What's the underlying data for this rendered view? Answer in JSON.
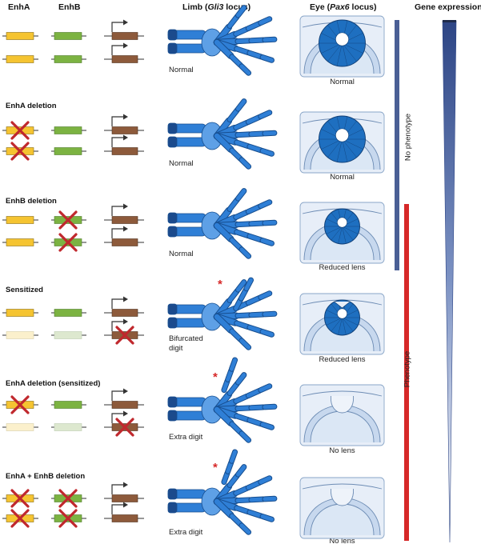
{
  "headers": {
    "enha": "EnhA",
    "enhb": "EnhB",
    "limb_prefix": "Limb (",
    "limb_gene": "Gli3",
    "limb_suffix": " locus)",
    "eye_prefix": "Eye (",
    "eye_gene": "Pax6",
    "eye_suffix": " locus)",
    "gene_expression": "Gene expression"
  },
  "rows": [
    {
      "label": "",
      "limb_caption": "Normal",
      "limb_caption2": "",
      "eye_caption": "Normal",
      "star": false
    },
    {
      "label": "EnhA deletion",
      "limb_caption": "Normal",
      "limb_caption2": "",
      "eye_caption": "Normal",
      "star": false
    },
    {
      "label": "EnhB deletion",
      "limb_caption": "Normal",
      "limb_caption2": "",
      "eye_caption": "Reduced lens",
      "star": false
    },
    {
      "label": "Sensitized",
      "limb_caption": "Bifurcated",
      "limb_caption2": "digit",
      "eye_caption": "Reduced lens",
      "star": true
    },
    {
      "label": "EnhA deletion (sensitized)",
      "limb_caption": "Extra digit",
      "limb_caption2": "",
      "eye_caption": "No lens",
      "star": true
    },
    {
      "label": "EnhA + EnhB deletion",
      "limb_caption": "Extra digit",
      "limb_caption2": "",
      "eye_caption": "No lens",
      "star": true
    }
  ],
  "bars": {
    "no_phenotype": "No phenotype",
    "phenotype": "Phenotype"
  },
  "star_symbol": "*",
  "colors": {
    "enha": "#f5c431",
    "enha_faded": "#fbf0cc",
    "enhb": "#7cb342",
    "enhb_faded": "#dde8cf",
    "gene": "#8d5a3b",
    "cross": "#c0282d",
    "no_phenotype_bar": "#4a5f95",
    "phenotype_bar": "#d62828",
    "limb_blue": "#2f7fd6",
    "eye_dark": "#1e6fc0",
    "eye_light": "#cfe0f3"
  }
}
